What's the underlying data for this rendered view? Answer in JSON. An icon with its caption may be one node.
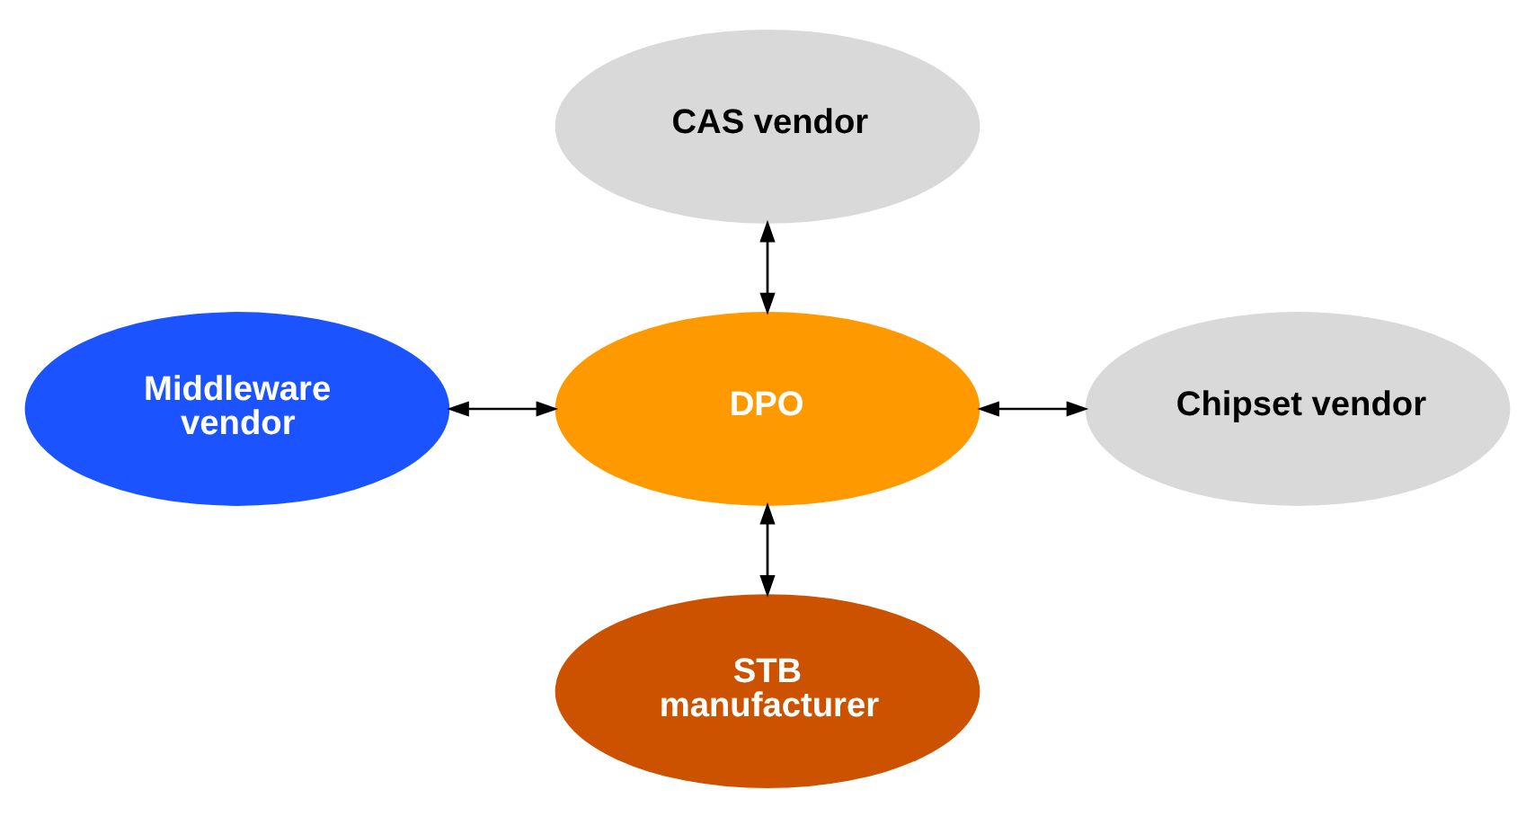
{
  "diagram": {
    "nodes": [
      {
        "text": [
          "CAS vendor"
        ]
      },
      {
        "text": [
          "Middleware vendor"
        ]
      },
      {
        "text": [
          "DPO"
        ]
      },
      {
        "text": [
          "Chipset vendor"
        ]
      },
      {
        "text": [
          "STB manufacturer"
        ]
      }
    ],
    "edges": [
      {
        "from": 0,
        "to": 2,
        "arrow": "both"
      },
      {
        "from": 1,
        "to": 2,
        "arrow": "both"
      },
      {
        "from": 2,
        "to": 3,
        "arrow": "both"
      },
      {
        "from": 2,
        "to": 4,
        "arrow": "both"
      }
    ]
  }
}
